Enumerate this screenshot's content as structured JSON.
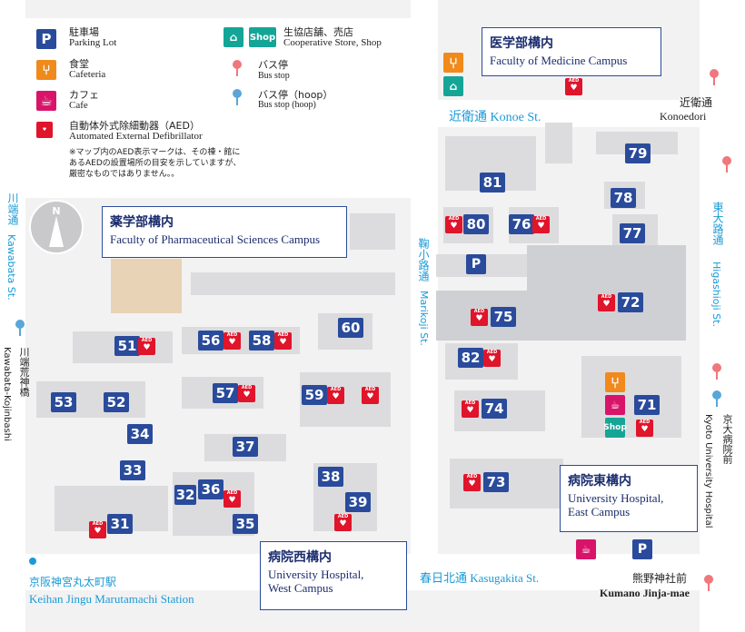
{
  "legend": {
    "parking_jp": "駐車場",
    "parking_en": "Parking Lot",
    "cafeteria_jp": "食堂",
    "cafeteria_en": "Cafeteria",
    "cafe_jp": "カフェ",
    "cafe_en": "Cafe",
    "aed_jp": "自動体外式除細動器（AED）",
    "aed_en": "Automated External Defibrillator",
    "aed_note1": "※マップ内のAED表示マークは、その棟・館に",
    "aed_note2": "あるAEDの設置場所の目安を示していますが、",
    "aed_note3": "厳密なものではありません。。",
    "store_jp": "生協店舗、売店",
    "store_en": "Cooperative Store, Shop",
    "shop_icon": "Shop",
    "bus_jp": "バス停",
    "bus_en": "Bus stop",
    "bushoop_jp": "バス停（hoop）",
    "bushoop_en": "Bus stop (hoop)",
    "parking_icon": "P",
    "aed_icon": "AED"
  },
  "compass": "N",
  "campuses": {
    "medicine_jp": "医学部構内",
    "medicine_en": "Faculty of Medicine Campus",
    "pharma_jp": "薬学部構内",
    "pharma_en": "Faculty of  Pharmaceutical Sciences Campus",
    "east_jp": "病院東構内",
    "east_en1": "University Hospital,",
    "east_en2": "East Campus",
    "west_jp": "病院西構内",
    "west_en1": "University Hospital,",
    "west_en2": "West Campus"
  },
  "roads": {
    "konoe": "近衛通 Konoe St.",
    "kasuga": "春日北通 Kasugakita St.",
    "marikoji_jp": "鞠小路通",
    "marikoji_en": "Marikoji St.",
    "kawabata_jp": "川端通",
    "kawabata_en": "Kawabata St.",
    "higashioji_jp": "東大路通",
    "higashioji_en": "Higashioji St."
  },
  "stops": {
    "konoedori_jp": "近衛通",
    "konoedori_en": "Konoedori",
    "kojinbashi_jp": "川端荒神橋",
    "kojinbashi_en": "Kawabata-Kojinbashi",
    "hospital_jp": "京大病院前",
    "hospital_en": "Kyoto University Hospital",
    "kumano_jp": "熊野神社前",
    "kumano_en": "Kumano Jinja-mae",
    "station_jp": "京阪神宮丸太町駅",
    "station_en": "Keihan Jingu Marutamachi Station"
  },
  "buildings": {
    "b31": "31",
    "b32": "32",
    "b33": "33",
    "b34": "34",
    "b35": "35",
    "b36": "36",
    "b37": "37",
    "b38": "38",
    "b39": "39",
    "b51": "51",
    "b52": "52",
    "b53": "53",
    "b56": "56",
    "b57": "57",
    "b58": "58",
    "b59": "59",
    "b60": "60",
    "b71": "71",
    "b72": "72",
    "b73": "73",
    "b74": "74",
    "b75": "75",
    "b76": "76",
    "b77": "77",
    "b78": "78",
    "b79": "79",
    "b80": "80",
    "b81": "81",
    "b82": "82"
  },
  "colors": {
    "brand": "#2a4b9b",
    "road_label": "#1a9ad6",
    "aed": "#e0142a",
    "bus": "#f0777c",
    "bus_hoop": "#5aa6d8",
    "store": "#15a596",
    "cafeteria": "#f08a1c",
    "cafe": "#d8146a"
  }
}
